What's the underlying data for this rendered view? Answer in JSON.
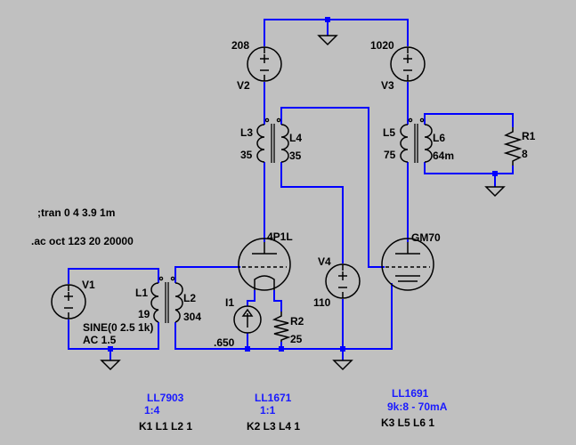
{
  "directives": {
    "tran": ";tran 0 4 3.9 1m",
    "ac": ".ac oct 123 20 20000"
  },
  "sources": {
    "v1": {
      "name": "V1",
      "value": "SINE(0 2.5 1k)",
      "ac": "AC 1.5"
    },
    "v2": {
      "name": "V2",
      "value": "208"
    },
    "v3": {
      "name": "V3",
      "value": "1020"
    },
    "v4": {
      "name": "V4",
      "value": "110"
    },
    "i1": {
      "name": "I1",
      "value": ".650"
    }
  },
  "inductors": {
    "l1": {
      "name": "L1",
      "value": "19"
    },
    "l2": {
      "name": "L2",
      "value": "304"
    },
    "l3": {
      "name": "L3",
      "value": "35"
    },
    "l4": {
      "name": "L4",
      "value": "35"
    },
    "l5": {
      "name": "L5",
      "value": "75"
    },
    "l6": {
      "name": "L6",
      "value": "64m"
    }
  },
  "resistors": {
    "r1": {
      "name": "R1",
      "value": "8"
    },
    "r2": {
      "name": "R2",
      "value": "25"
    }
  },
  "tubes": {
    "t1": {
      "name": "4P1L"
    },
    "t2": {
      "name": "GM70"
    }
  },
  "transformers": [
    {
      "model": "LL7903",
      "ratio": "1:4",
      "coupling": "K1 L1 L2 1"
    },
    {
      "model": "LL1671",
      "ratio": "1:1",
      "coupling": "K2 L3 L4 1"
    },
    {
      "model": "LL1691",
      "ratio": "9k:8 - 70mA",
      "coupling": "K3 L5 L6 1"
    }
  ],
  "colors": {
    "background": "#c0c0c0",
    "wire": "#0000ff",
    "component": "#000000",
    "comment": "#1a1aff"
  }
}
